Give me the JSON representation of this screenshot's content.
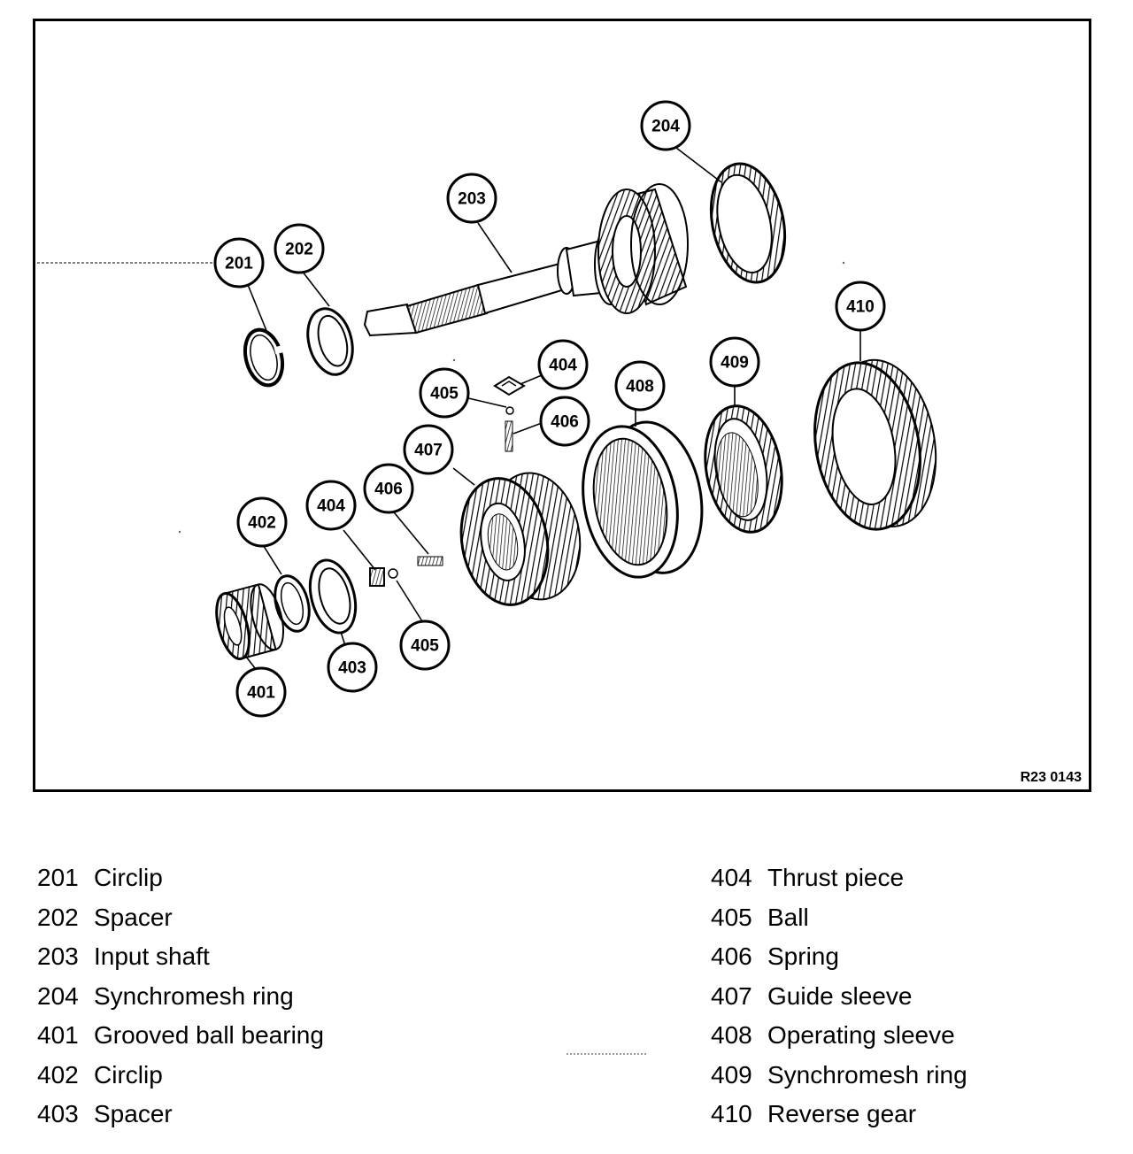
{
  "figure": {
    "code": "R23 0143",
    "callouts": [
      "201",
      "202",
      "203",
      "204",
      "401",
      "402",
      "403",
      "404",
      "405",
      "406",
      "407",
      "408",
      "409",
      "410",
      "404",
      "405",
      "406"
    ]
  },
  "legend": {
    "left": [
      {
        "num": "201",
        "name": "Circlip"
      },
      {
        "num": "202",
        "name": "Spacer"
      },
      {
        "num": "203",
        "name": "Input shaft"
      },
      {
        "num": "204",
        "name": "Synchromesh ring"
      },
      {
        "num": "401",
        "name": "Grooved ball bearing"
      },
      {
        "num": "402",
        "name": "Circlip"
      },
      {
        "num": "403",
        "name": "Spacer"
      }
    ],
    "right": [
      {
        "num": "404",
        "name": "Thrust piece"
      },
      {
        "num": "405",
        "name": "Ball"
      },
      {
        "num": "406",
        "name": "Spring"
      },
      {
        "num": "407",
        "name": "Guide sleeve"
      },
      {
        "num": "408",
        "name": "Operating sleeve"
      },
      {
        "num": "409",
        "name": "Synchromesh ring"
      },
      {
        "num": "410",
        "name": "Reverse gear"
      }
    ]
  }
}
